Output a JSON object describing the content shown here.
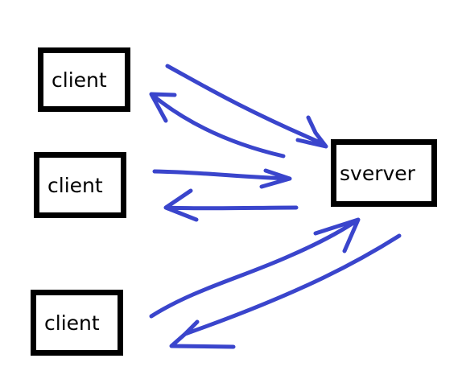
{
  "nodes": {
    "client1": {
      "label": "client"
    },
    "client2": {
      "label": "client"
    },
    "client3": {
      "label": "client"
    },
    "server": {
      "label": "sverver"
    }
  },
  "arrow_color": "#3a45cc"
}
